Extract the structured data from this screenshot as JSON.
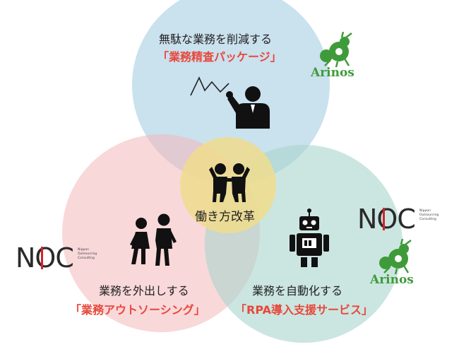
{
  "colors": {
    "top_circle": "#9ec9e0",
    "left_circle": "#f4b8bc",
    "right_circle": "#a8d6cc",
    "center_circle": "#f0dc8c",
    "accent_red": "#e8483c",
    "arinos_green": "#3f9b3a",
    "noc_dark": "#2a2a2a",
    "noc_red": "#d3232a"
  },
  "top": {
    "goal": "無駄な業務を削減する",
    "service": "「業務精査パッケージ」",
    "icon": "presenter-pointing-chart-icon"
  },
  "left": {
    "goal": "業務を外出しする",
    "service": "「業務アウトソーシング」",
    "icon": "walking-couple-icon"
  },
  "right": {
    "goal": "業務を自動化する",
    "service": "「RPA導入支援サービス」",
    "icon": "robot-icon"
  },
  "center": {
    "label": "働き方改革",
    "icon": "teamwork-people-icon"
  },
  "logos": {
    "arinos": "Arinos",
    "noc_main": "NOC",
    "noc_lines": [
      "Nippon",
      "Outsourcing",
      "Consulting"
    ]
  }
}
